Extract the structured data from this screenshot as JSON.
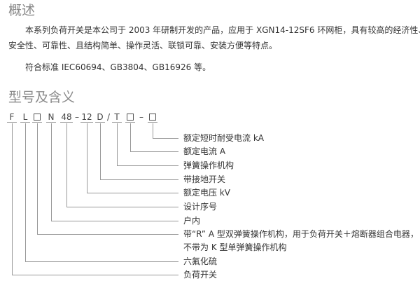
{
  "overview": {
    "title": "概述",
    "paragraph1_line1": "本系列负荷开关是本公司于 2003 年研制开发的产品，应用于 XGN14-12SF6 环网柜，具有较高的经济性、",
    "paragraph1_line2": "安全性、可靠性、且结构简单、操作灵活、联锁可靠、安装方便等特点。",
    "paragraph2": "符合标准 IEC60694、GB3804、GB16926 等。"
  },
  "model": {
    "title": "型号及含义",
    "code": [
      "F",
      "L",
      "□",
      "N",
      "48",
      "–",
      "12",
      "D",
      "/",
      "T",
      "□",
      "–",
      "□"
    ],
    "meanings": [
      "额定短时耐受电流 kA",
      "额定电流 A",
      "弹簧操作机构",
      "带接地开关",
      "额定电压 kV",
      "设计序号",
      "户内",
      "带“R” A 型双弹簧操作机构，用于负荷开关＋熔断器组合电器，",
      "不带为 K 型单弹簧操作机构",
      "六氟化硫",
      "负荷开关"
    ]
  }
}
